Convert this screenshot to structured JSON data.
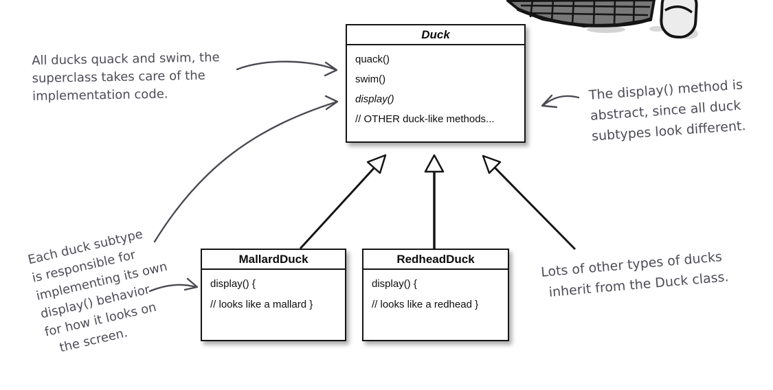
{
  "classes": {
    "duck": {
      "name": "Duck",
      "methods": [
        "quack()",
        "swim()",
        "display()",
        "// OTHER duck-like methods..."
      ]
    },
    "mallard": {
      "name": "MallardDuck",
      "methods": [
        "display() {",
        "// looks like a mallard }"
      ]
    },
    "redhead": {
      "name": "RedheadDuck",
      "methods": [
        "display() {",
        "// looks like a redhead }"
      ]
    }
  },
  "notes": {
    "superclass": {
      "lines": [
        "All ducks quack and swim, the",
        "superclass takes care of the",
        "implementation code."
      ]
    },
    "abstract": {
      "lines": [
        "The display() method is",
        "abstract, since all duck",
        "subtypes look different."
      ]
    },
    "subtype": {
      "lines": [
        "Each duck subtype",
        "is responsible for",
        "implementing its own",
        "display() behavior",
        "for how it looks on",
        "the screen."
      ]
    },
    "inherit": {
      "lines": [
        "Lots of other types of ducks",
        "inherit from the Duck class."
      ]
    }
  },
  "icons": [
    {
      "name": "keyboard-sketch"
    },
    {
      "name": "mouse-sketch"
    },
    {
      "name": "inheritance-triangle"
    }
  ],
  "colors": {
    "handwriting": "#4c4c55",
    "uml_line": "#141414",
    "box_fill": "#ffffff",
    "keyboard_fill": "#787878"
  }
}
